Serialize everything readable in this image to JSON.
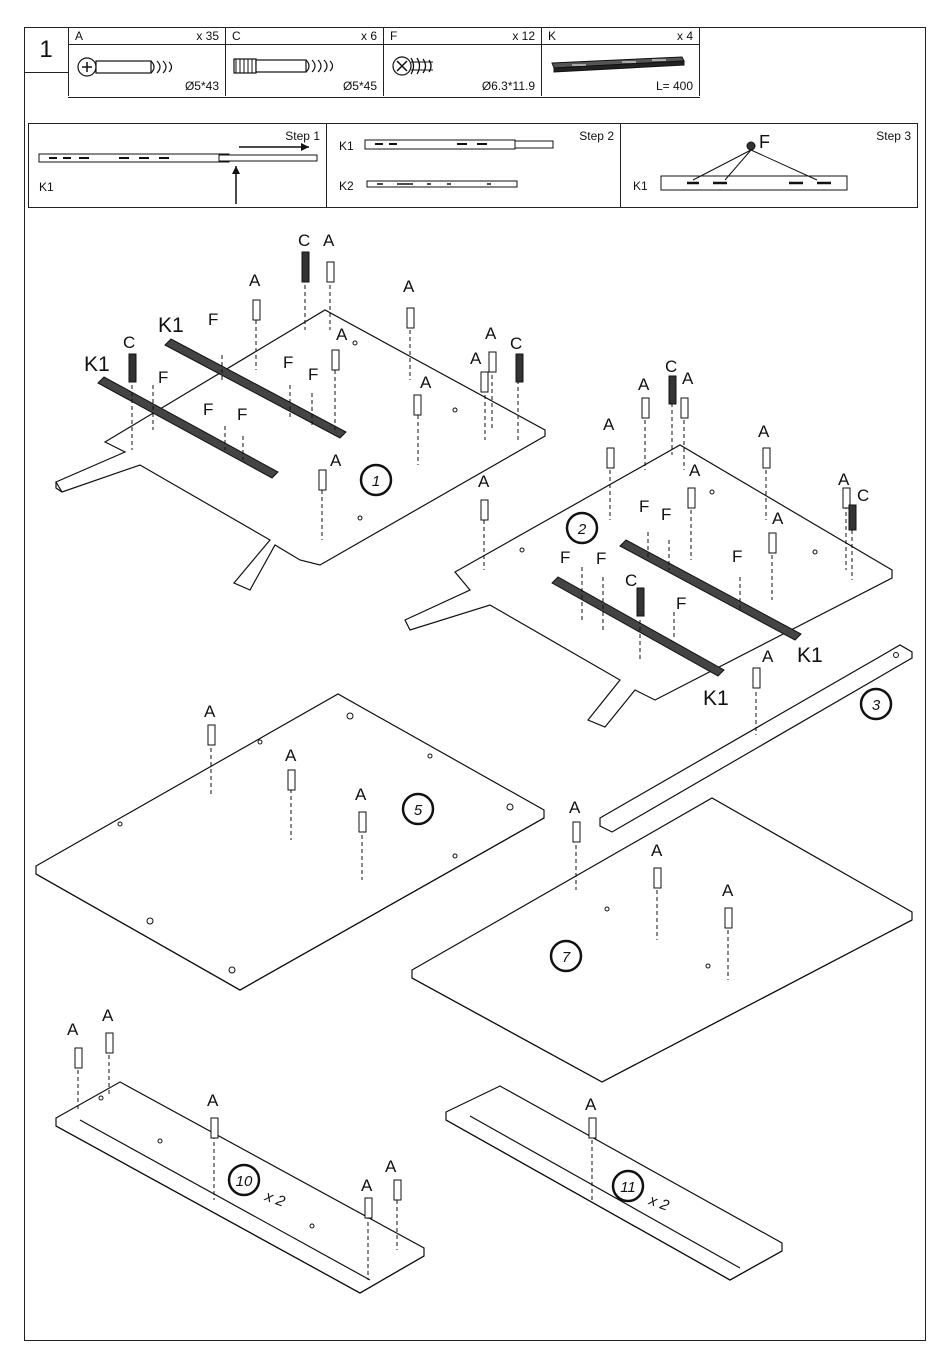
{
  "step": {
    "number": "1"
  },
  "parts": [
    {
      "letter": "A",
      "qty": "x 35",
      "dim": "Ø5*43",
      "icon": "cam-bolt-icon"
    },
    {
      "letter": "C",
      "qty": "x 6",
      "dim": "Ø5*45",
      "icon": "long-cam-bolt-icon"
    },
    {
      "letter": "F",
      "qty": "x 12",
      "dim": "Ø6.3*11.9",
      "icon": "screw-icon"
    },
    {
      "letter": "K",
      "qty": "x 4",
      "dim": "L= 400",
      "icon": "drawer-slide-icon"
    }
  ],
  "substeps": {
    "s1": {
      "title": "Step 1",
      "k1": "K1"
    },
    "s2": {
      "title": "Step 2",
      "k1": "K1",
      "k2": "K2"
    },
    "s3": {
      "title": "Step 3",
      "k1": "K1",
      "f": "F"
    }
  },
  "labels": {
    "a": "A",
    "c": "C",
    "f": "F",
    "k1": "K1",
    "x2": "x  2"
  },
  "panels": {
    "p1": "1",
    "p2": "2",
    "p3": "3",
    "p5": "5",
    "p7": "7",
    "p10": "10",
    "p11": "11"
  }
}
